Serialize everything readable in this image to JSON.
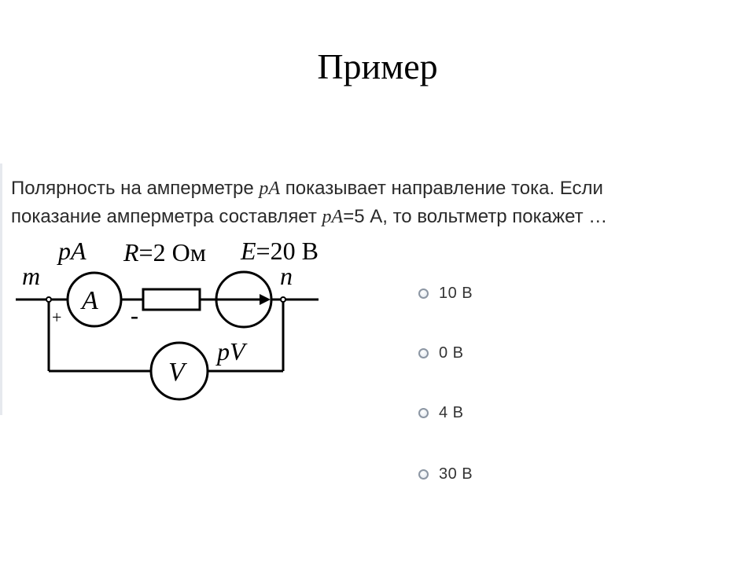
{
  "slide": {
    "title": "Пример"
  },
  "question": {
    "line1_part1": "Полярность на амперметре ",
    "line1_italic": "pA",
    "line1_part2": " показывает направление тока. Если",
    "line2_part1": "показание амперметра составляет ",
    "line2_italic": "pA",
    "line2_part2": "=5 А, то вольтметр покажет …"
  },
  "circuit": {
    "label_m": "m",
    "label_n": "n",
    "label_pA": "pA",
    "label_A": "A",
    "label_R_symbol": "R",
    "label_R_value": "=2 Ом",
    "label_E_symbol": "E",
    "label_E_value": "=20 В",
    "label_plus": "+",
    "label_minus": "-",
    "label_pV": "pV",
    "label_V": "V"
  },
  "options": [
    {
      "label": "10 В",
      "selected": false
    },
    {
      "label": "0 В",
      "selected": false
    },
    {
      "label": "4 В",
      "selected": false
    },
    {
      "label": "30 В",
      "selected": false
    }
  ],
  "colors": {
    "text": "#2a2a2a",
    "radio_border": "#8c96a3",
    "option_text": "#333333"
  }
}
